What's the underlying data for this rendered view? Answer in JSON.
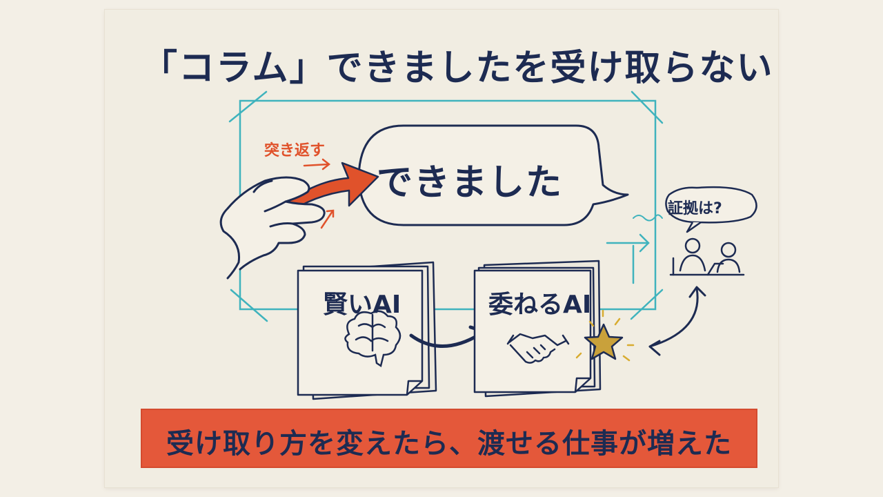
{
  "title": "「コラム」できましたを受け取らない",
  "speech_bubble": {
    "text": "できました"
  },
  "pushback_label": "突き返す",
  "cards": [
    {
      "label": "賢いAI",
      "icon": "brain-icon"
    },
    {
      "label": "委ねるAI",
      "icon": "handshake-icon"
    }
  ],
  "question": {
    "text": "証拠は?",
    "icon": "people-at-desk-icon"
  },
  "banner": {
    "text": "受け取り方を変えたら、渡せる仕事が増えた"
  },
  "colors": {
    "ink": "#1d2b52",
    "accent_orange": "#e0522b",
    "frame_teal": "#3fb3bd",
    "star_gold": "#c9a13b",
    "banner_bg": "#e4583a",
    "paper": "#f1ede2"
  }
}
